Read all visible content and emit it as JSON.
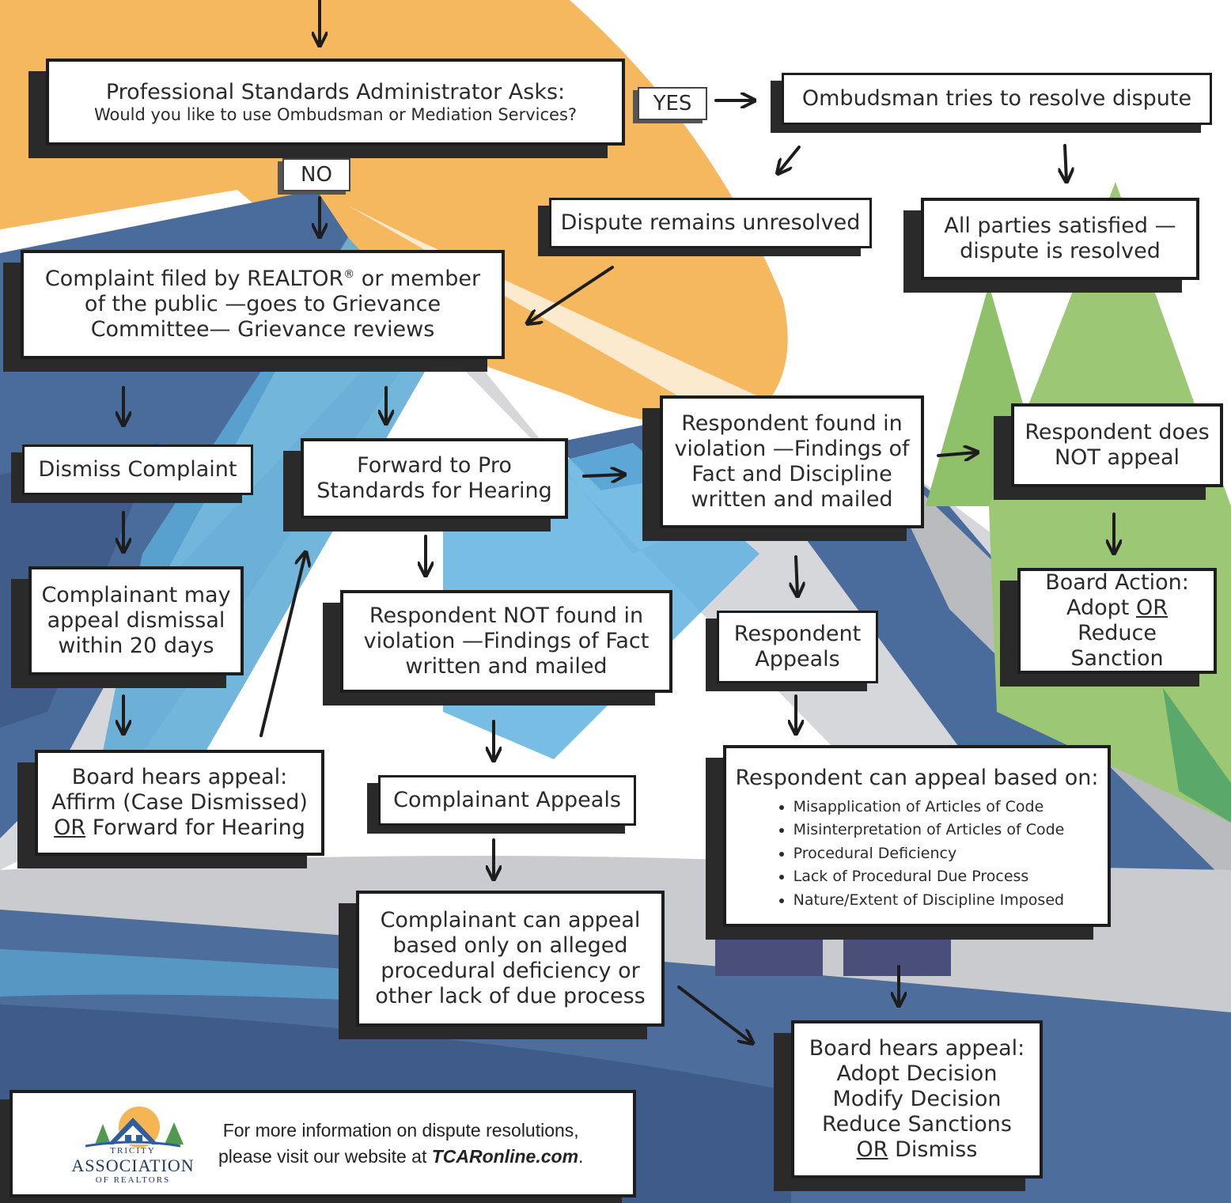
{
  "nodes": {
    "psa": {
      "line1": "Professional Standards Administrator Asks:",
      "line2": "Would you like to use Ombudsman or Mediation Services?"
    },
    "yes_label": "YES",
    "no_label": "NO",
    "ombudsman": "Ombudsman tries to resolve dispute",
    "unresolved": "Dispute remains unresolved",
    "satisfied": "All parties satisfied — dispute is resolved",
    "complaint": {
      "pre": "Complaint filed by REALTOR",
      "reg": "®",
      "post": " or member of the public —goes to Grievance Committee— Grievance reviews"
    },
    "dismiss": "Dismiss Complaint",
    "forward": "Forward to Pro Standards for Hearing",
    "violation": "Respondent found in violation —Findings of Fact and Discipline written and mailed",
    "no_appeal": "Respondent does NOT appeal",
    "may_appeal": "Complainant may appeal dismissal within 20 days",
    "not_violation": "Respondent NOT found in violation —Findings of Fact written and mailed",
    "resp_appeals": "Respondent Appeals",
    "board_action": {
      "line1": "Board Action:",
      "line2_a": "Adopt ",
      "line2_or": "OR",
      "line3": "Reduce Sanction"
    },
    "board_appeal1": {
      "line1": "Board hears appeal:",
      "line2": "Affirm (Case Dismissed)",
      "line3_or": "OR",
      "line3_b": " Forward for Hearing"
    },
    "comp_appeals": "Complainant Appeals",
    "resp_basis": {
      "title": "Respondent can appeal based on:",
      "items": [
        "Misapplication of Articles of Code",
        "Misinterpretation of Articles of Code",
        "Procedural Deficiency",
        "Lack of Procedural Due Process",
        "Nature/Extent of Discipline Imposed"
      ]
    },
    "comp_basis": "Complainant can appeal based only on alleged procedural deficiency or other lack of due process",
    "board_appeal2": {
      "line1": "Board hears appeal:",
      "line2": "Adopt Decision",
      "line3": "Modify Decision",
      "line4": "Reduce Sanctions",
      "line5_or": "OR",
      "line5_b": " Dismiss"
    }
  },
  "info": {
    "line1": "For more information on dispute resolutions,",
    "line2_a": "please visit our website at ",
    "line2_link": "TCARonline.com",
    "line2_b": "."
  },
  "logo": {
    "top": "TRICITY",
    "main": "ASSOCIATION",
    "bottom": "OF REALTORS"
  },
  "colors": {
    "orange": "#f6b85f",
    "blue_dark": "#45679a",
    "blue_light": "#5bb4e0",
    "green": "#5aa86a",
    "gray": "#d8d9db",
    "ink": "#1d1d1d"
  }
}
